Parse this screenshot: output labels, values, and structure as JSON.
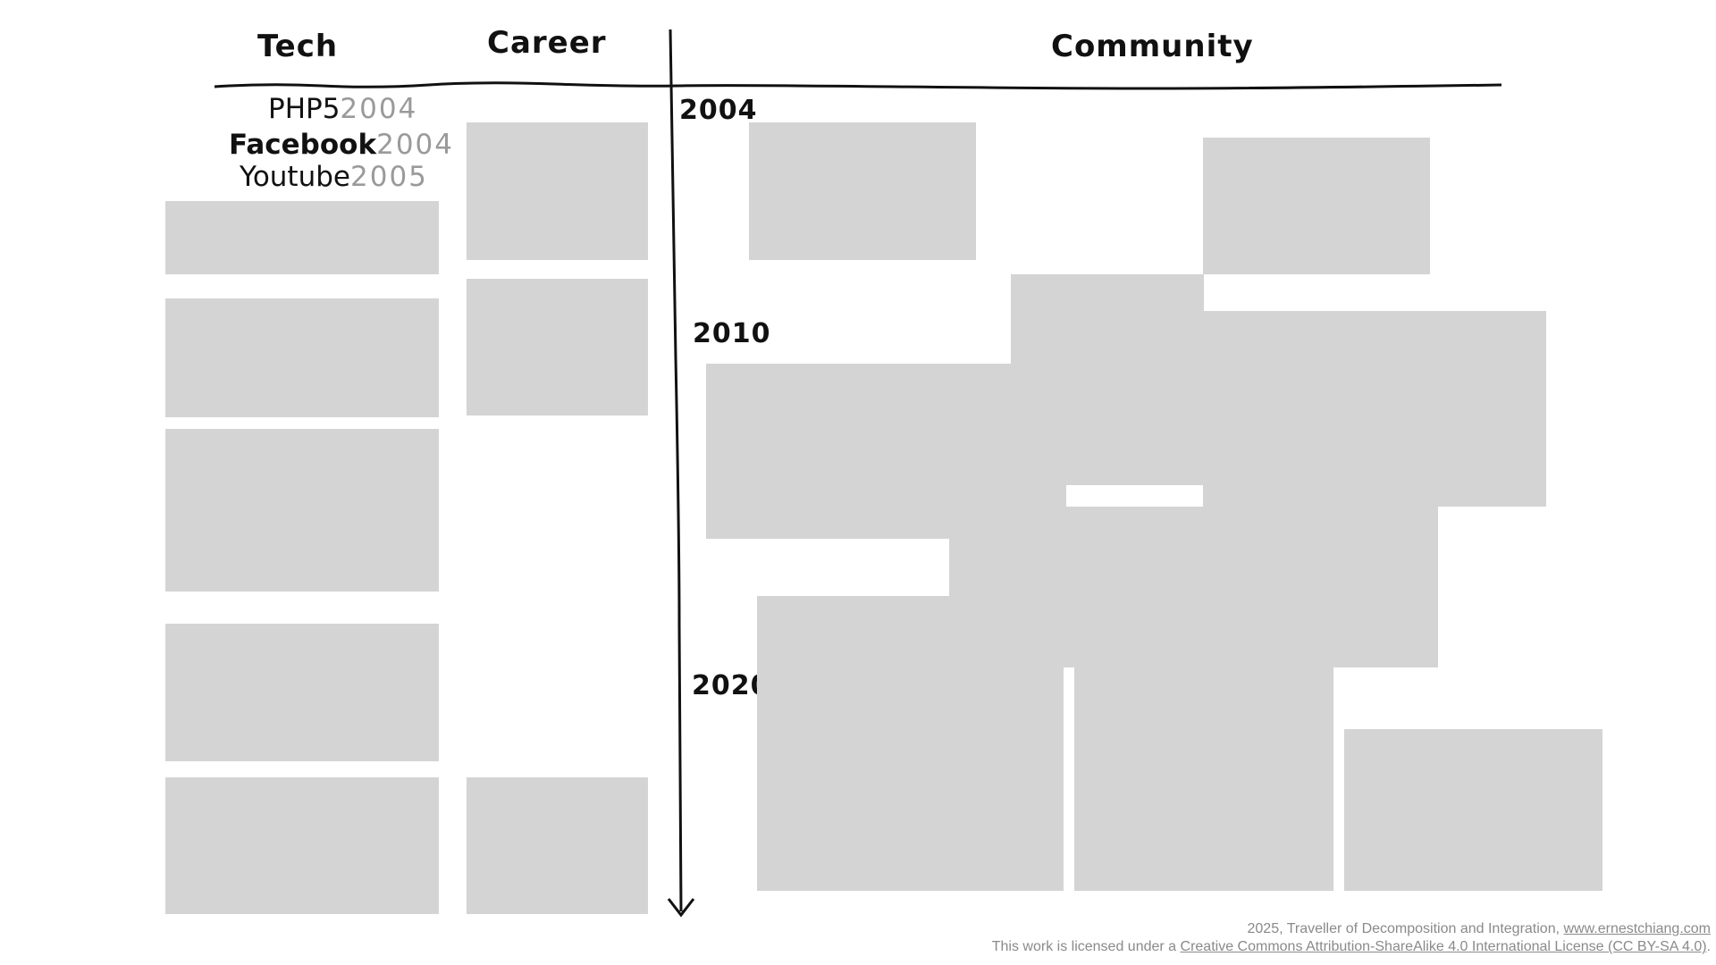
{
  "columns": {
    "tech": "Tech",
    "career": "Career",
    "community": "Community"
  },
  "years": [
    "2004",
    "2010",
    "2020"
  ],
  "tech_items": [
    {
      "name": "PHP5",
      "year": "2004"
    },
    {
      "name": "Facebook",
      "year": "2004"
    },
    {
      "name": "Youtube",
      "year": "2005"
    }
  ],
  "footer": {
    "line1_text": "2025, Traveller of Decomposition and Integration, ",
    "line1_link": "www.ernestchiang.com",
    "line2_text": "This work is licensed under a ",
    "line2_link": "Creative Commons Attribution-ShareAlike 4.0 International License (CC BY-SA 4.0)",
    "line2_end": "."
  },
  "colors": {
    "placeholder": "#d4d4d4",
    "ink": "#111111",
    "muted": "#9a9a9a"
  }
}
